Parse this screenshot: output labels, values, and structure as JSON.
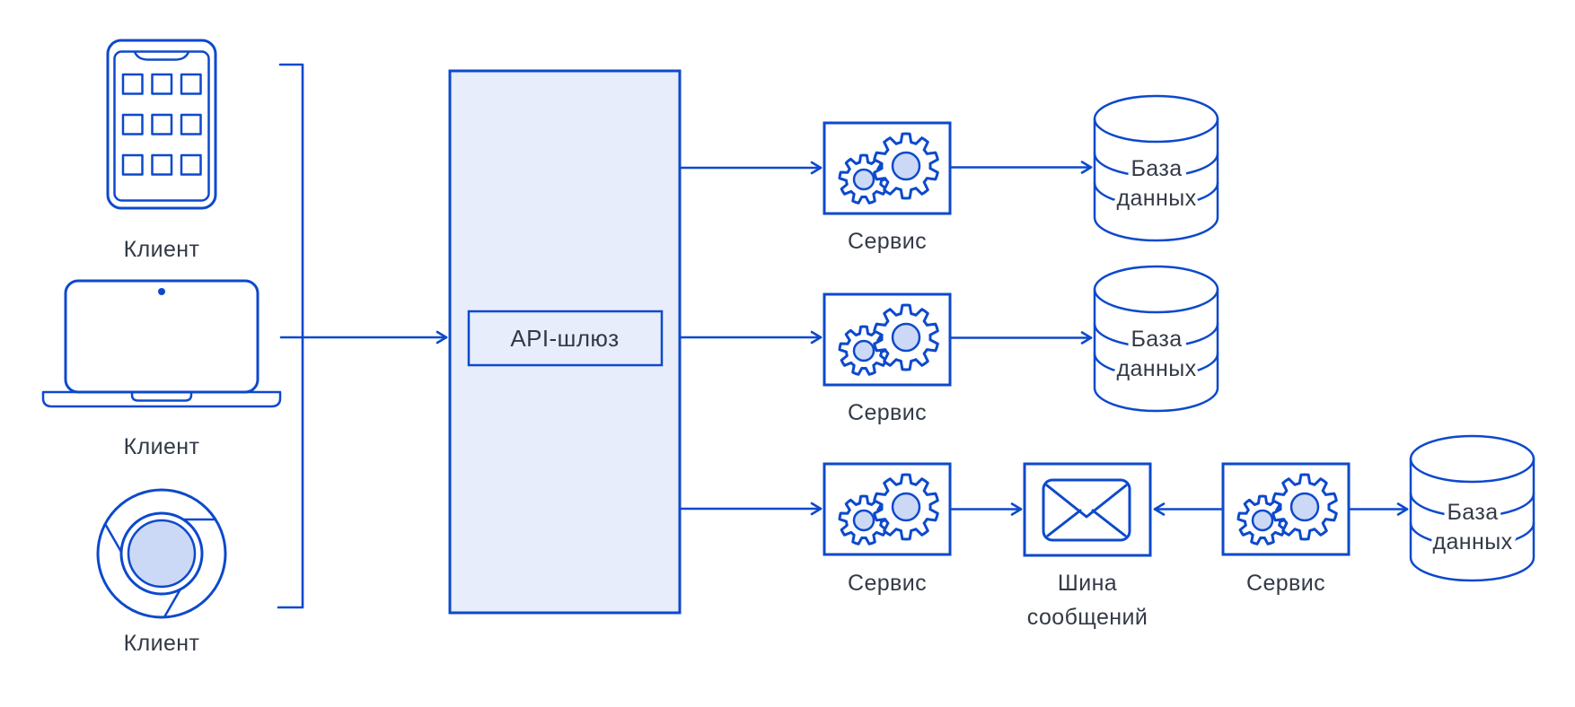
{
  "colors": {
    "line_blue": "#0d49cc",
    "panel_fill": "#e8edfc",
    "icon_accent_fill": "#ccd9f6",
    "label_text": "#333a47"
  },
  "diagram": {
    "clients": [
      {
        "icon": "mobile-phone-icon",
        "label": "Клиент"
      },
      {
        "icon": "laptop-icon",
        "label": "Клиент"
      },
      {
        "icon": "browser-icon",
        "label": "Клиент"
      }
    ],
    "gateway": {
      "label": "API-шлюз"
    },
    "services": [
      {
        "icon": "gears-icon",
        "label": "Сервис"
      },
      {
        "icon": "gears-icon",
        "label": "Сервис"
      },
      {
        "icon": "gears-icon",
        "label": "Сервис"
      },
      {
        "icon": "gears-icon",
        "label": "Сервис"
      }
    ],
    "databases": [
      {
        "icon": "database-cylinder-icon",
        "label": [
          "База",
          "данных"
        ]
      },
      {
        "icon": "database-cylinder-icon",
        "label": [
          "База",
          "данных"
        ]
      },
      {
        "icon": "database-cylinder-icon",
        "label": [
          "База",
          "данных"
        ]
      }
    ],
    "message_bus": {
      "icon": "envelope-icon",
      "label": [
        "Шина",
        "сообщений"
      ]
    }
  }
}
